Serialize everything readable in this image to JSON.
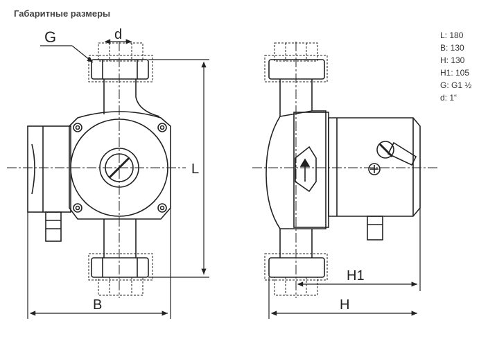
{
  "title": "Габаритные размеры",
  "specs": {
    "l": "L: 180",
    "b": "B: 130",
    "h": "H: 130",
    "h1": "H1: 105",
    "g": "G: G1 ½",
    "d": "d: 1“"
  },
  "labels": {
    "g": "G",
    "d": "d",
    "l": "L",
    "b": "B",
    "h": "H",
    "h1": "H1"
  }
}
